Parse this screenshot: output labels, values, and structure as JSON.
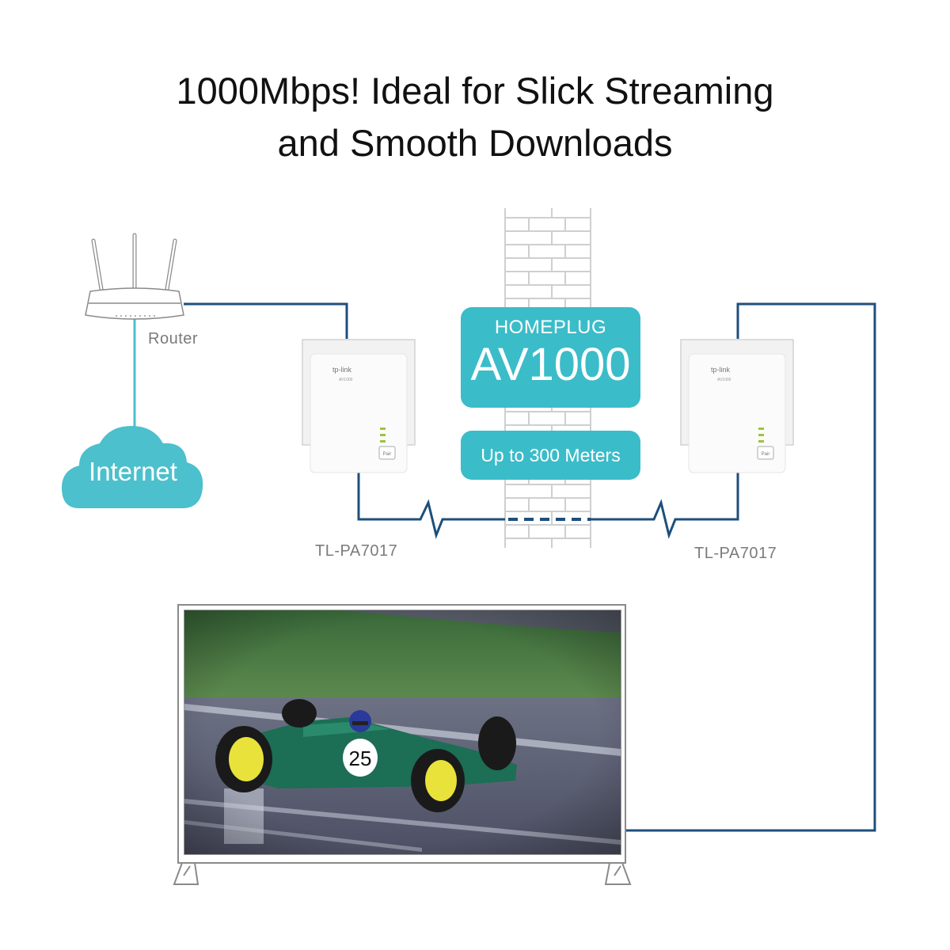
{
  "headline": {
    "line1": "1000Mbps! Ideal for Slick Streaming",
    "line2": "and Smooth Downloads"
  },
  "devices": {
    "router": {
      "label": "Router",
      "icon": "router-icon"
    },
    "internet": {
      "label": "Internet",
      "icon": "cloud-icon"
    },
    "adapter_left": {
      "label": "TL-PA7017",
      "brand": "tp-link",
      "model_mark": "AV1000",
      "button": "Pair",
      "icon": "powerline-adapter-icon"
    },
    "adapter_right": {
      "label": "TL-PA7017",
      "brand": "tp-link",
      "model_mark": "AV1000",
      "button": "Pair",
      "icon": "powerline-adapter-icon"
    },
    "tv": {
      "icon": "tv-icon",
      "screen_content": "race-car-photo",
      "car_number": "25"
    }
  },
  "badges": {
    "standard_small": "HOMEPLUG",
    "standard_big": "AV1000",
    "range": "Up to 300 Meters"
  },
  "colors": {
    "teal": "#3bbcc9",
    "wire_dark_blue": "#1d4f7c",
    "wire_teal": "#4cc0cc",
    "brick_gray": "#cfcfcf",
    "label_gray": "#7b7b7b",
    "led_green": "#9bc53d"
  }
}
